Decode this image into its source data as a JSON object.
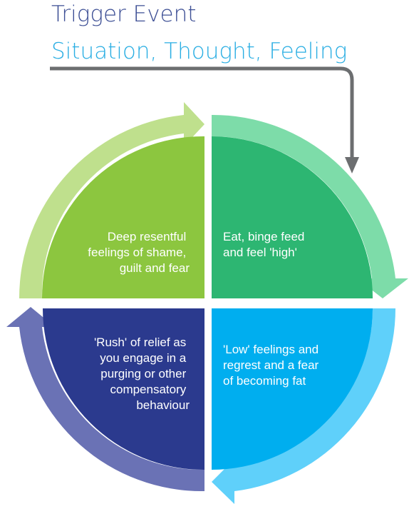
{
  "header": {
    "title": "Trigger Event",
    "subtitle": "Situation, Thought, Feeling"
  },
  "colors": {
    "title": "#3d4f95",
    "subtitle": "#2aaee3",
    "trigger_arrow": "#6c6e70",
    "top_left_fill": "#8cc63f",
    "top_left_arrow": "#bfe08d",
    "top_right_fill": "#2db672",
    "top_right_arrow": "#7ddca9",
    "bottom_right_fill": "#00aeef",
    "bottom_right_arrow": "#5fd0fa",
    "bottom_left_fill": "#2b3a8e",
    "bottom_left_arrow": "#6a72b5"
  },
  "stages": {
    "top_right": [
      "Eat, binge feed",
      "and feel 'high'"
    ],
    "bottom_right": [
      "'Low' feelings and",
      "regrest and a fear",
      "of becoming fat"
    ],
    "bottom_left": [
      "'Rush' of relief as",
      "you engage in a",
      "purging or other",
      "compensatory",
      "behaviour"
    ],
    "top_left": [
      "Deep resentful",
      "feelings of shame,",
      "guilt and fear"
    ]
  }
}
